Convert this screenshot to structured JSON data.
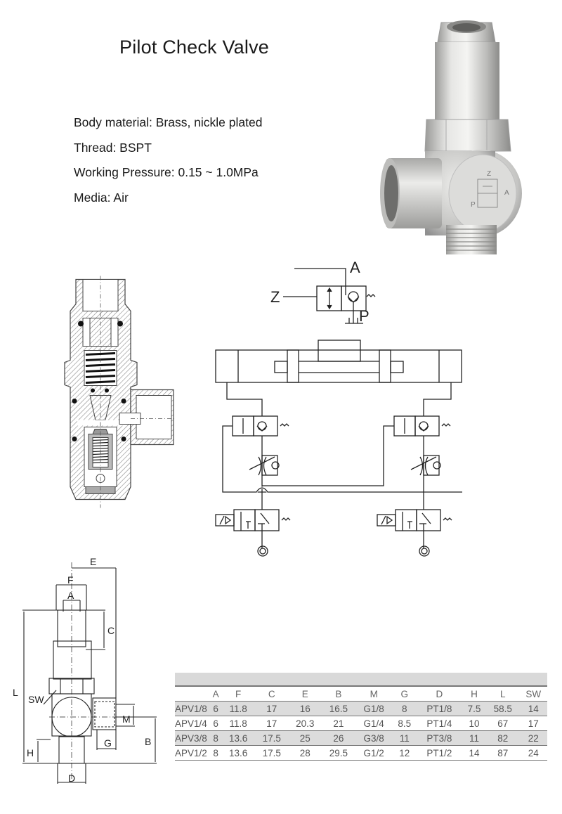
{
  "page": {
    "title": "Pilot Check Valve",
    "specs": [
      {
        "label": "Body material",
        "value": "Brass, nickle plated",
        "text": "Body material: Brass, nickle plated"
      },
      {
        "label": "Thread",
        "value": "BSPT",
        "text": "Thread: BSPT"
      },
      {
        "label": "Working Pressure",
        "value": "0.15 ~ 1.0MPa",
        "text": "Working Pressure: 0.15 ~ 1.0MPa"
      },
      {
        "label": "Media",
        "value": "Air",
        "text": "Media: Air"
      }
    ]
  },
  "product_photo": {
    "engraving": {
      "top": "Z",
      "left": "P",
      "right": "A"
    }
  },
  "symbol": {
    "port_a": "A",
    "port_z": "Z",
    "port_p": "P"
  },
  "dimension_drawing": {
    "labels": [
      "E",
      "F",
      "A",
      "C",
      "L",
      "SW",
      "M",
      "B",
      "H",
      "G",
      "D"
    ]
  },
  "table": {
    "columns": [
      "",
      "A",
      "F",
      "C",
      "E",
      "B",
      "M",
      "G",
      "D",
      "H",
      "L",
      "SW"
    ],
    "rows": [
      {
        "model": "APV1/8",
        "A": "6",
        "F": "11.8",
        "C": "17",
        "E": "16",
        "B": "16.5",
        "M": "G1/8",
        "G": "8",
        "D": "PT1/8",
        "H": "7.5",
        "L": "58.5",
        "SW": "14"
      },
      {
        "model": "APV1/4",
        "A": "6",
        "F": "11.8",
        "C": "17",
        "E": "20.3",
        "B": "21",
        "M": "G1/4",
        "G": "8.5",
        "D": "PT1/4",
        "H": "10",
        "L": "67",
        "SW": "17"
      },
      {
        "model": "APV3/8",
        "A": "8",
        "F": "13.6",
        "C": "17.5",
        "E": "25",
        "B": "26",
        "M": "G3/8",
        "G": "11",
        "D": "PT3/8",
        "H": "11",
        "L": "82",
        "SW": "22"
      },
      {
        "model": "APV1/2",
        "A": "8",
        "F": "13.6",
        "C": "17.5",
        "E": "28",
        "B": "29.5",
        "M": "G1/2",
        "G": "12",
        "D": "PT1/2",
        "H": "14",
        "L": "87",
        "SW": "24"
      }
    ]
  },
  "colors": {
    "text": "#1a1a1a",
    "line": "#333333",
    "table_shade": "#dcdcdc",
    "metal": "#c8c8c6"
  }
}
